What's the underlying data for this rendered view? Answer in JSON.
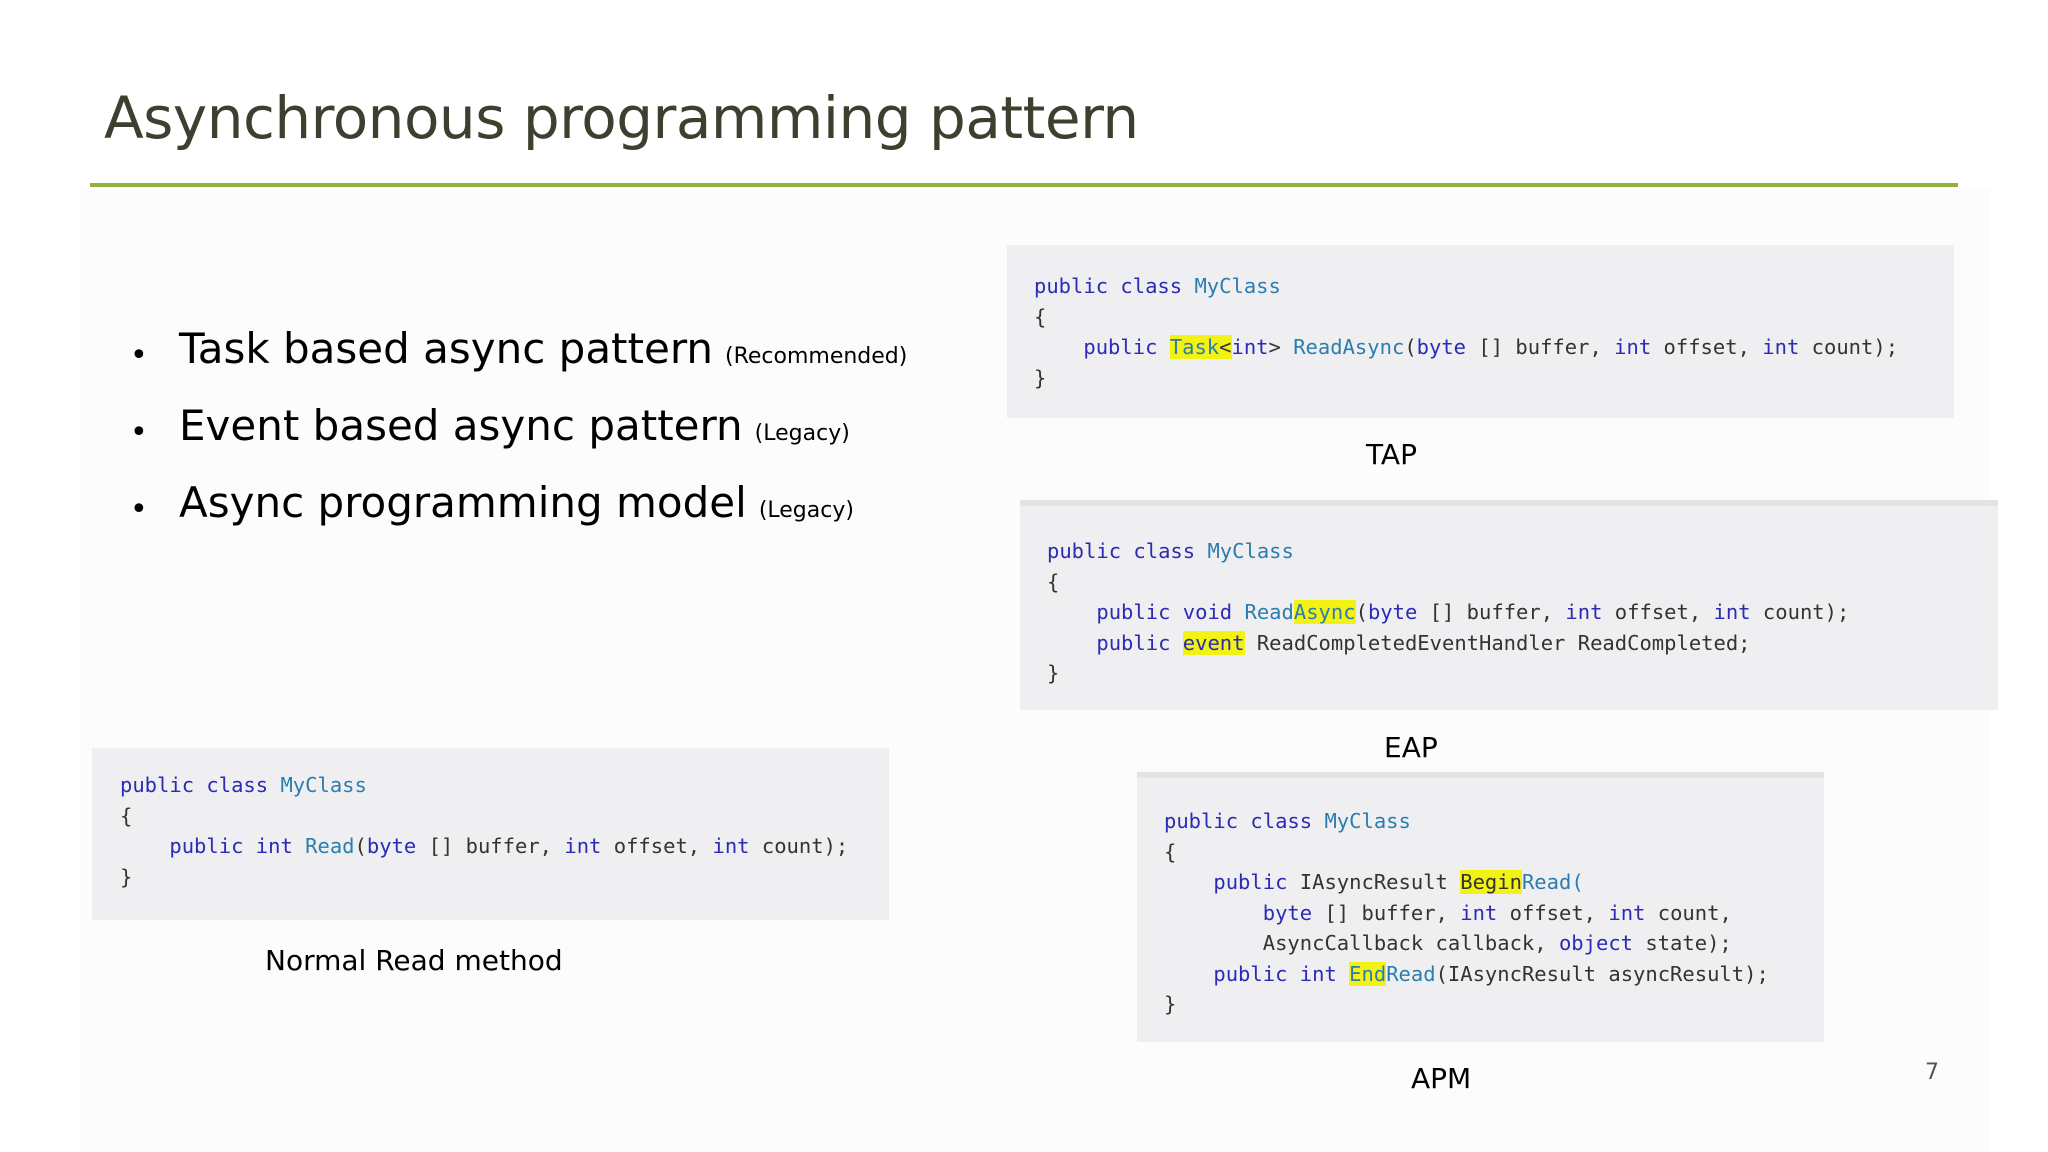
{
  "slide": {
    "title": "Asynchronous programming pattern",
    "page_number": "7"
  },
  "bullets": [
    {
      "text": "Task based async pattern",
      "note": "(Recommended)"
    },
    {
      "text": "Event based async pattern",
      "note": "(Legacy)"
    },
    {
      "text": "Async programming model",
      "note": "(Legacy)"
    }
  ],
  "captions": {
    "tap": "TAP",
    "eap": "EAP",
    "apm": "APM",
    "normal": "Normal Read method"
  },
  "code": {
    "tap": {
      "l1": [
        "public",
        "class",
        "MyClass"
      ],
      "l2": "{",
      "l3": [
        "public",
        "Task",
        "<",
        "int",
        ">",
        "ReadAsync",
        "(",
        "byte",
        "[] buffer, ",
        "int",
        " offset, ",
        "int",
        " count);"
      ],
      "l4": "}"
    },
    "eap": {
      "l1": [
        "public",
        "class",
        "MyClass"
      ],
      "l2": "{",
      "l3": [
        "public",
        "void",
        "Read",
        "Async",
        "(",
        "byte",
        "[] buffer, ",
        "int",
        " offset, ",
        "int",
        " count);"
      ],
      "l4": [
        "public",
        "event",
        " ReadCompletedEventHandler ReadCompleted;"
      ],
      "l5": "}"
    },
    "apm": {
      "l1": [
        "public",
        "class",
        "MyClass"
      ],
      "l2": "{",
      "l3": [
        "public",
        "IAsyncResult ",
        "Begin",
        "Read("
      ],
      "l4": [
        "byte",
        " [] buffer, ",
        "int",
        " offset, ",
        "int",
        " count,"
      ],
      "l5": [
        "AsyncCallback callback, ",
        "object",
        " state);"
      ],
      "l6": [
        "public",
        "int",
        "End",
        "Read",
        "(IAsyncResult asyncResult);"
      ],
      "l7": "}"
    },
    "normal": {
      "l1": [
        "public",
        "class",
        "MyClass"
      ],
      "l2": "{",
      "l3": [
        "public",
        "int",
        "Read",
        "(",
        "byte",
        " [] buffer, ",
        "int",
        " offset, ",
        "int",
        " count);"
      ],
      "l4": "}"
    }
  },
  "colors": {
    "accent_rule": "#8db43e",
    "highlight": "#f2f213",
    "keyword": "#2b2bb5",
    "type": "#2b7db0",
    "code_bg": "#efeff1"
  }
}
